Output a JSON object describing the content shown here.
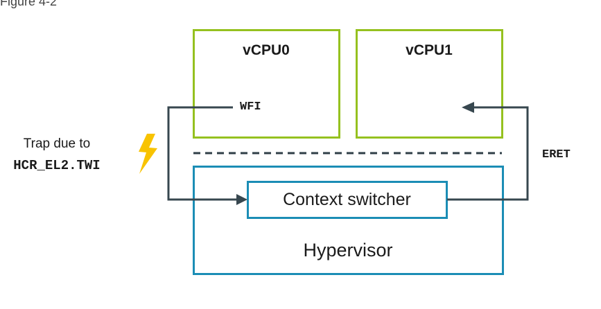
{
  "caption": "Figure 4-2",
  "vcpus": [
    {
      "title": "vCPU0",
      "instruction": "WFI"
    },
    {
      "title": "vCPU1"
    }
  ],
  "trap": {
    "line1": "Trap due to",
    "line2": "HCR_EL2.TWI"
  },
  "context_switcher": {
    "label": "Context switcher"
  },
  "hypervisor": {
    "label": "Hypervisor"
  },
  "eret_label": "ERET",
  "colors": {
    "vcpu_border": "#95c11f",
    "hypervisor_border": "#1b8db5",
    "arrow": "#37474f",
    "lightning": "#f8c300",
    "divider": "#2f3e47"
  }
}
